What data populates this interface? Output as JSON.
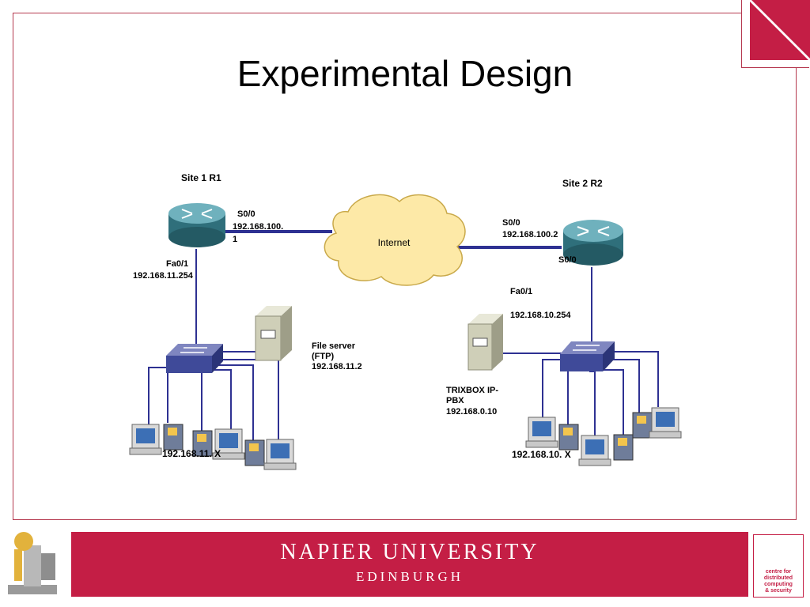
{
  "slide": {
    "title": "Experimental Design"
  },
  "diagram": {
    "site1": {
      "router_name": "Site 1 R1",
      "serial_port": "S0/0",
      "serial_ip_line1": "192.168.100.",
      "serial_ip_line2": "1",
      "lan_port": "Fa0/1",
      "lan_ip": "192.168.11.254",
      "file_server_line1": "File server",
      "file_server_line2": "(FTP)",
      "file_server_ip": "192.168.11.2",
      "hosts_label": "192.168.11. X"
    },
    "site2": {
      "router_name": "Site 2 R2",
      "serial_port_top": "S0/0",
      "serial_ip": "192.168.100.2",
      "serial_port_bottom": "S0/0",
      "lan_port": "Fa0/1",
      "lan_ip": "192.168.10.254",
      "pbx_line1": "TRIXBOX IP-",
      "pbx_line2": "PBX",
      "pbx_ip": "192.168.0.10",
      "hosts_label": "192.168.10. X"
    },
    "cloud_label": "Internet"
  },
  "footer": {
    "university": "NAPIER UNIVERSITY",
    "city": "EDINBURGH",
    "centre_line1": "centre for",
    "centre_line2": "distributed",
    "centre_line3": "computing",
    "centre_line4": "& security"
  },
  "colors": {
    "accent": "#c41e45",
    "link": "#2e3192",
    "router": "#3a7f8c",
    "cloud": "#fde9a7"
  }
}
